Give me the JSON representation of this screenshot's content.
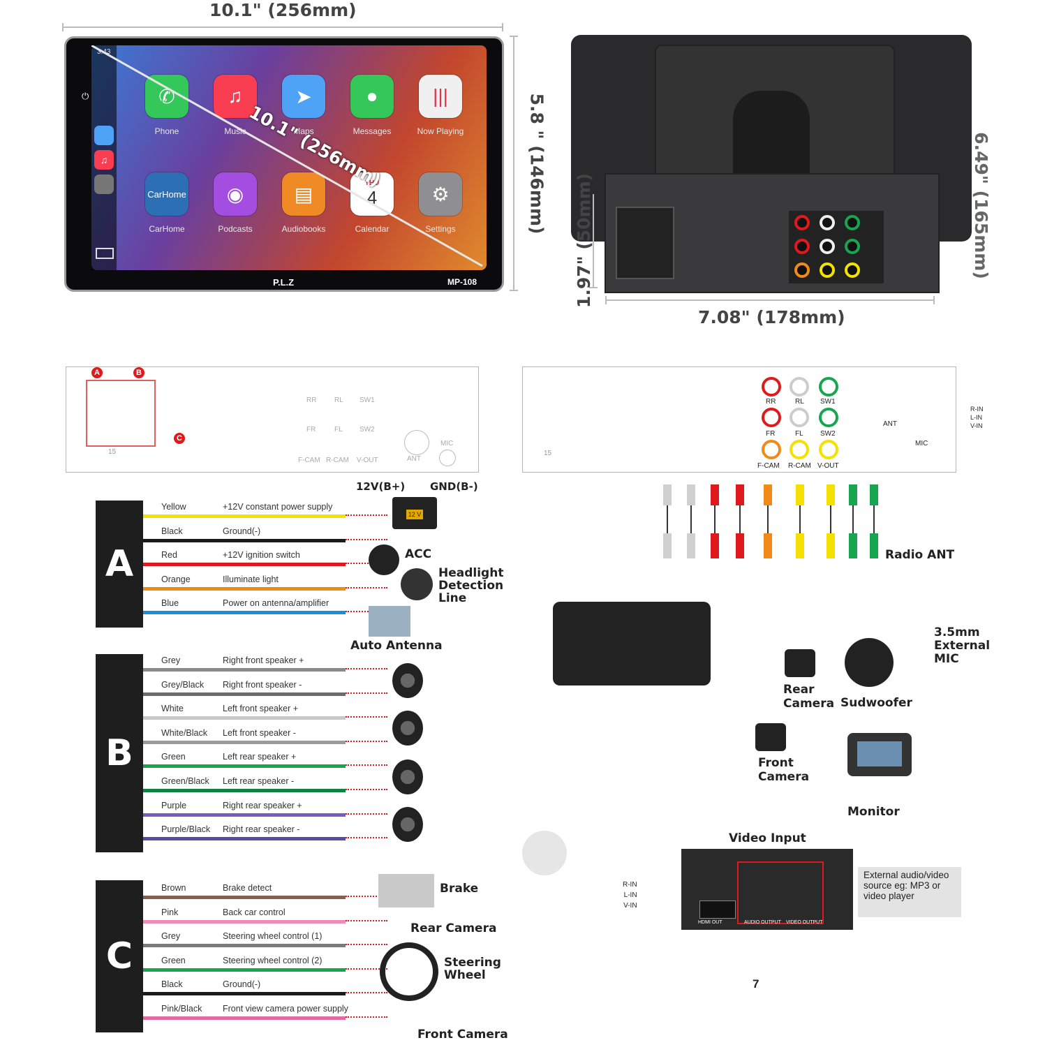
{
  "dimensions": {
    "width_label": "10.1\" (256mm)",
    "height_label": "5.8 \" (146mm)",
    "diagonal_label": "10.1\" (256mm)",
    "depth_label": "1.97\" (50mm)",
    "chassis_width_label": "7.08\" (178mm)",
    "back_height_label": "6.49\" (165mm)"
  },
  "screen": {
    "status_time": "3:43",
    "brand": "P.L.Z",
    "model": "MP-108",
    "apps": [
      {
        "label": "Phone",
        "icon": "phone-icon",
        "color": "#34c759"
      },
      {
        "label": "Music",
        "icon": "music-icon",
        "color": "#fa3e52"
      },
      {
        "label": "Maps",
        "icon": "maps-icon",
        "color": "#4fa3f7"
      },
      {
        "label": "Messages",
        "icon": "messages-icon",
        "color": "#34c759"
      },
      {
        "label": "Now Playing",
        "icon": "now-playing-icon",
        "color": "#f0f0f0"
      },
      {
        "label": "CarHome",
        "icon": "carhome-icon",
        "color": "#2c6fb5",
        "text": "CarHome"
      },
      {
        "label": "Podcasts",
        "icon": "podcasts-icon",
        "color": "#a34ee0"
      },
      {
        "label": "Audiobooks",
        "icon": "audiobooks-icon",
        "color": "#f08a24"
      },
      {
        "label": "Calendar",
        "icon": "calendar-icon",
        "color": "#ffffff",
        "day": "THU",
        "date": "4"
      },
      {
        "label": "Settings",
        "icon": "settings-icon",
        "color": "#8e8e93"
      }
    ]
  },
  "back_panel": {
    "rca_labels": [
      "RR",
      "RL",
      "SW1",
      "FR",
      "FL",
      "SW2",
      "F-CAM",
      "R-CAM",
      "V-OUT"
    ],
    "connector_labels": {
      "a": "A",
      "b": "B",
      "c": "C",
      "pin_count": "15",
      "ant": "ANT",
      "mic": "MIC"
    },
    "cable_labels": [
      "R-IN",
      "L-IN",
      "V-IN"
    ]
  },
  "power": {
    "bplus": "12V(B+)",
    "gnd": "GND(B-)",
    "battery_label": "12 V"
  },
  "harness_a": {
    "letter": "A",
    "rows": [
      {
        "name": "Yellow",
        "func": "+12V constant power supply",
        "color": "#f5e100"
      },
      {
        "name": "Black",
        "func": "Ground(-)",
        "color": "#1a1a1a"
      },
      {
        "name": "Red",
        "func": "+12V ignition switch",
        "color": "#e0191c"
      },
      {
        "name": "Orange",
        "func": "Illuminate light",
        "color": "#f28a1a"
      },
      {
        "name": "Blue",
        "func": "Power on antenna/amplifier",
        "color": "#1a8fe0"
      }
    ],
    "devices": {
      "acc": "ACC",
      "headlight": "Headlight Detection Line",
      "antenna": "Auto Antenna"
    }
  },
  "harness_b": {
    "letter": "B",
    "rows": [
      {
        "name": "Grey",
        "func": "Right front speaker +",
        "color": "#8a8a8a"
      },
      {
        "name": "Grey/Black",
        "func": "Right front speaker -",
        "color": "#6c6c6c"
      },
      {
        "name": "White",
        "func": "Left front speaker +",
        "color": "#c8c8c8"
      },
      {
        "name": "White/Black",
        "func": "Left front speaker -",
        "color": "#9a9a9a"
      },
      {
        "name": "Green",
        "func": "Left rear speaker +",
        "color": "#18a550"
      },
      {
        "name": "Green/Black",
        "func": "Left rear speaker -",
        "color": "#128040"
      },
      {
        "name": "Purple",
        "func": "Right rear speaker +",
        "color": "#7a5cc0"
      },
      {
        "name": "Purple/Black",
        "func": "Right rear speaker -",
        "color": "#5a4aa0"
      }
    ]
  },
  "harness_c": {
    "letter": "C",
    "rows": [
      {
        "name": "Brown",
        "func": "Brake detect",
        "color": "#8b5e4a"
      },
      {
        "name": "Pink",
        "func": "Back car control",
        "color": "#f08bb5"
      },
      {
        "name": "Grey",
        "func": "Steering wheel control (1)",
        "color": "#7a7a7a"
      },
      {
        "name": "Green",
        "func": "Steering wheel control (2)",
        "color": "#18a550"
      },
      {
        "name": "Black",
        "func": "Ground(-)",
        "color": "#1a1a1a"
      },
      {
        "name": "Pink/Black",
        "func": "Front view camera power supply",
        "color": "#e56aa0"
      }
    ],
    "devices": {
      "brake": "Brake",
      "rear_camera": "Rear Camera",
      "steering": "Steering Wheel",
      "front_camera": "Front Camera"
    }
  },
  "av_diagram": {
    "radio_ant": "Radio ANT",
    "mic": "3.5mm External MIC",
    "rear_camera": "Rear Camera",
    "subwoofer": "Sudwoofer",
    "front_camera": "Front Camera",
    "monitor": "Monitor",
    "video_input": "Video Input",
    "dvd_ports": [
      "AUDIO OUTPUT",
      "VIDEO OUTPUT",
      "HDMI OUT"
    ],
    "note": "External audio/video source eg: MP3 or video player",
    "page_number": "7"
  }
}
